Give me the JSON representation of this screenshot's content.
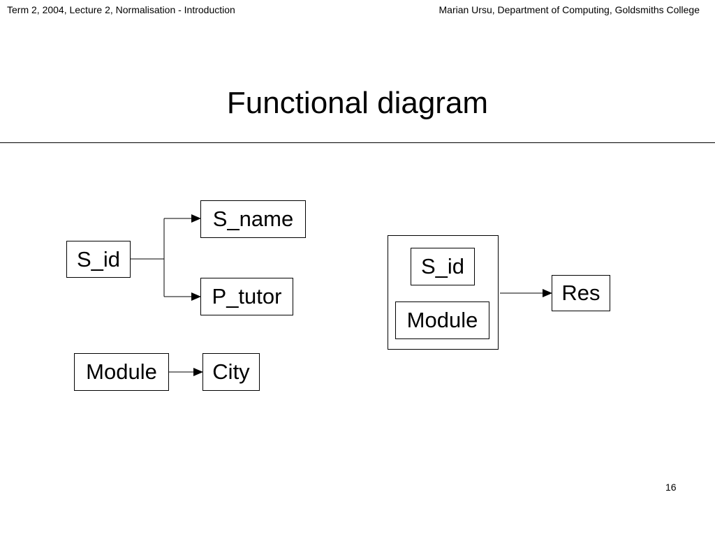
{
  "header": {
    "left": "Term 2, 2004, Lecture 2, Normalisation - Introduction",
    "right": "Marian Ursu, Department of Computing, Goldsmiths College"
  },
  "title": "Functional diagram",
  "diagram": {
    "dependencies": [
      {
        "from": [
          "S_id"
        ],
        "to": "S_name"
      },
      {
        "from": [
          "S_id"
        ],
        "to": "P_tutor"
      },
      {
        "from": [
          "Module"
        ],
        "to": "City"
      },
      {
        "from": [
          "S_id",
          "Module"
        ],
        "to": "Res"
      }
    ],
    "labels": {
      "s_id_left": "S_id",
      "s_name": "S_name",
      "p_tutor": "P_tutor",
      "module_left": "Module",
      "city": "City",
      "s_id_group": "S_id",
      "module_group": "Module",
      "res": "Res"
    }
  },
  "page_number": "16"
}
